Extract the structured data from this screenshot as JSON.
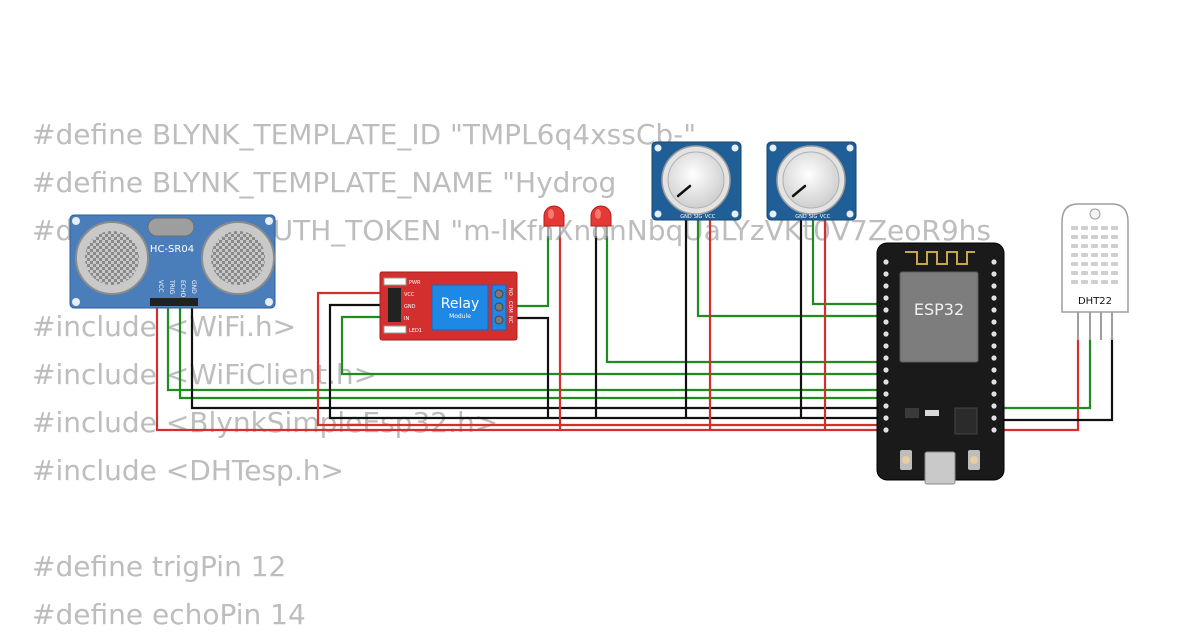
{
  "code_lines": [
    "#define BLYNK_TEMPLATE_ID \"TMPL6q4xssCb-\"",
    "#define BLYNK_TEMPLATE_NAME \"Hydrog",
    "#define BLYNK_AUTH_TOKEN \"m-lKfnXndnNbqUaLYzVKt0V7ZeoR9hs",
    "",
    "#include <WiFi.h>",
    "#include <WiFiClient.h>",
    "#include <BlynkSimpleEsp32.h>",
    "#include <DHTesp.h>",
    "",
    "#define trigPin 12",
    "#define echoPin 14"
  ],
  "components": {
    "ultrasonic": {
      "label": "HC-SR04",
      "pins": [
        "VCC",
        "TRIG",
        "ECHO",
        "GND"
      ]
    },
    "relay": {
      "label": "Relay",
      "sublabel": "Module",
      "pins": [
        "VCC",
        "GND",
        "IN"
      ],
      "indicators": [
        "PWR",
        "LED1"
      ],
      "terminals": [
        "NO",
        "COM",
        "NC"
      ]
    },
    "leds": [
      {
        "color": "#e53935"
      },
      {
        "color": "#e53935"
      }
    ],
    "potentiometers": [
      {
        "pins": [
          "GND",
          "SIG",
          "VCC"
        ]
      },
      {
        "pins": [
          "GND",
          "SIG",
          "VCC"
        ]
      }
    ],
    "mcu": {
      "label": "ESP32"
    },
    "dht": {
      "label": "DHT22"
    }
  },
  "colors": {
    "wire_red": "#d32f2f",
    "wire_green": "#1e8c1e",
    "wire_black": "#111111",
    "code_gray": "#bdbdbd"
  }
}
